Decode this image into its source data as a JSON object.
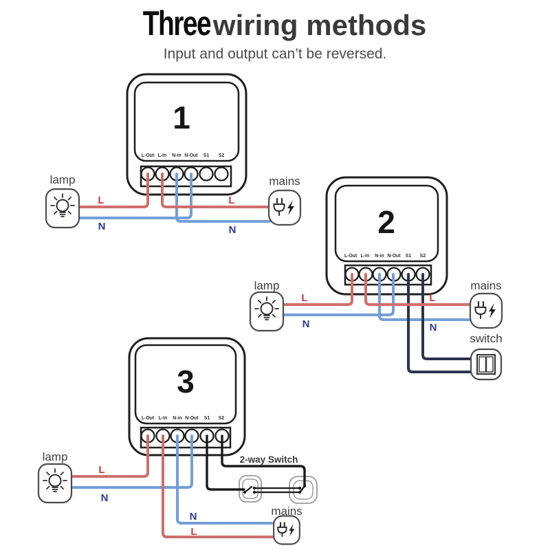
{
  "title": {
    "emphasis": "Three",
    "rest": "wiring methods",
    "subtitle": "Input and output can’t be reversed."
  },
  "colors": {
    "live": "#d06f6b",
    "neutral": "#739fd8",
    "liveLabel": "#c63d3d",
    "neutralLabel": "#2e3b99",
    "switchWire": "#2a3450",
    "blackWire": "#1b1b1b",
    "moduleStroke": "#1e1e1e",
    "iconStroke": "#4d4d4d",
    "grayIconStroke": "#9a9a9a",
    "labelText": "#3e3e3e"
  },
  "terminals": [
    "L-Out",
    "L-In",
    "N-in",
    "N-Out",
    "S1",
    "S2"
  ],
  "wire_labels": {
    "live": "L",
    "neutral": "N"
  },
  "diagrams": [
    {
      "number": "1",
      "lamp": "lamp",
      "mains": "mains"
    },
    {
      "number": "2",
      "lamp": "lamp",
      "mains": "mains",
      "switch": "switch"
    },
    {
      "number": "3",
      "lamp": "lamp",
      "mains": "mains",
      "two_way_switch": "2-way Switch"
    }
  ]
}
